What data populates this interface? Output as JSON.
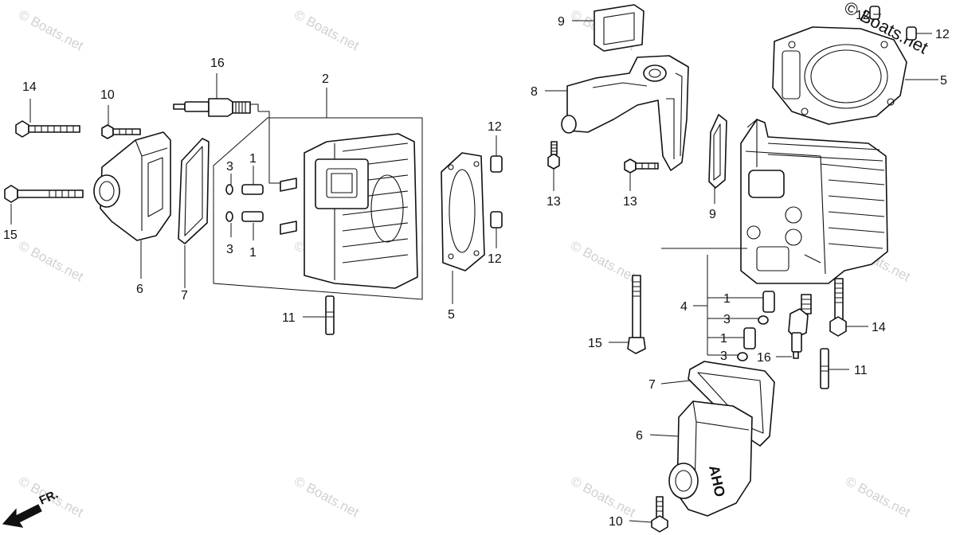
{
  "watermark": "© Boats.net",
  "direction_label": "FR.",
  "cover_casting_text": "AHO",
  "callouts": {
    "l_14": "14",
    "l_10": "10",
    "l_15": "15",
    "l_6": "6",
    "l_7": "7",
    "l_16": "16",
    "l_2": "2",
    "l_3a": "3",
    "l_1a": "1",
    "l_3b": "3",
    "l_1b": "1",
    "l_11": "11",
    "l_5": "5",
    "l_12a": "12",
    "l_12b": "12",
    "r_9a": "9",
    "r_8": "8",
    "r_13a": "13",
    "r_13b": "13",
    "r_9b": "9",
    "r_12a": "12",
    "r_12b": "12",
    "r_5": "5",
    "r_4": "4",
    "r_1a": "1",
    "r_3a": "3",
    "r_1b": "1",
    "r_3b": "3",
    "r_15": "15",
    "r_16": "16",
    "r_14": "14",
    "r_11": "11",
    "r_7": "7",
    "r_6": "6",
    "r_10": "10"
  }
}
